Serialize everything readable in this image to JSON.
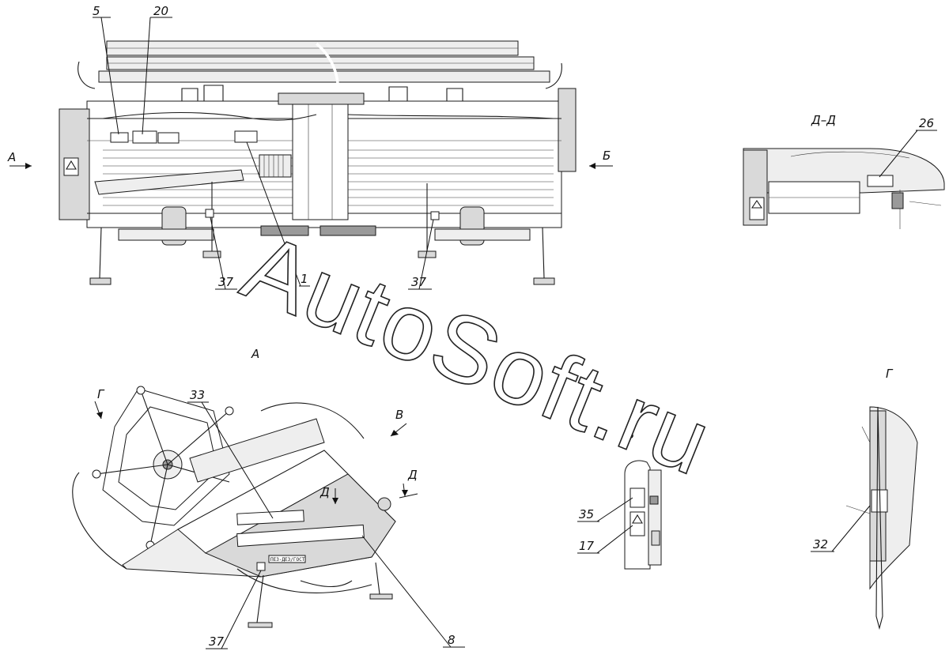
{
  "watermark": "AutoSoft.ru",
  "view_labels": {
    "view_a": "А",
    "section_dd": "Д–Д",
    "view_v": "В",
    "view_g": "Г"
  },
  "arrows": {
    "a": "А",
    "b": "Б",
    "g": "Г",
    "v": "В",
    "d1": "Д",
    "d2": "Д"
  },
  "callouts": [
    "5",
    "20",
    "37",
    "1",
    "37",
    "26",
    "33",
    "35",
    "17",
    "32",
    "37",
    "8"
  ],
  "plate_text": "ПЕЗ-ДЕЗ/ГОСТ"
}
